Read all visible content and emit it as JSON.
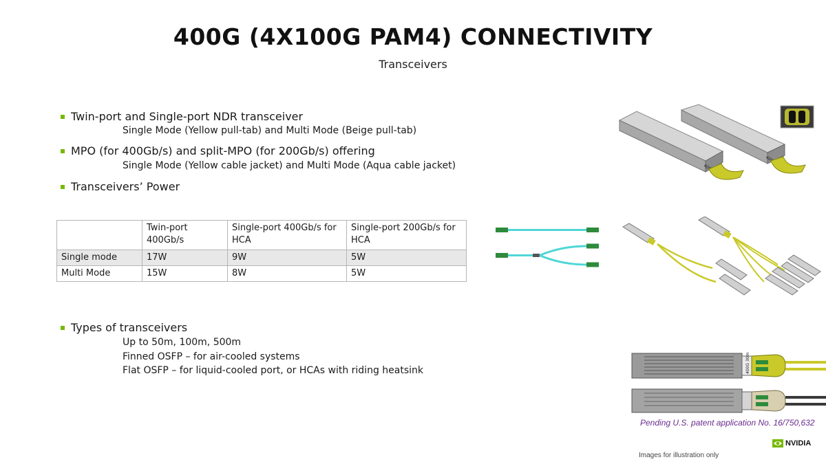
{
  "header": {
    "title": "400G (4X100G PAM4) CONNECTIVITY",
    "subtitle": "Transceivers"
  },
  "bullets": [
    {
      "text": "Twin-port and Single-port NDR transceiver",
      "subs": [
        "Single Mode (Yellow pull-tab) and Multi Mode (Beige pull-tab)"
      ]
    },
    {
      "text": "MPO (for 400Gb/s) and split-MPO (for 200Gb/s) offering",
      "subs": [
        "Single Mode (Yellow cable jacket) and Multi Mode (Aqua cable jacket)"
      ]
    },
    {
      "text": "Transceivers’ Power",
      "subs": []
    },
    {
      "text": "Types of transceivers",
      "subs": [
        "Up to 50m, 100m, 500m",
        "Finned OSFP – for air-cooled systems",
        "Flat OSFP – for liquid-cooled port, or HCAs with riding heatsink"
      ]
    }
  ],
  "power_table": {
    "headers": [
      "",
      "Twin-port 400Gb/s",
      "Single-port 400Gb/s for HCA",
      "Single-port 200Gb/s for HCA"
    ],
    "rows": [
      [
        "Single mode",
        "17W",
        "9W",
        "5W"
      ],
      [
        "Multi Mode",
        "15W",
        "8W",
        "5W"
      ]
    ]
  },
  "images": {
    "module_label_1": "400G 30m",
    "module_label_2": "400G 30m",
    "flat_label": "400G 30m"
  },
  "footer": {
    "patent": "Pending U.S. patent application No. 16/750,632",
    "illustration_note": "Images for illustration only",
    "brand": "NVIDIA"
  },
  "colors": {
    "accent": "#76b900",
    "yellow_tab": "#c9c92a",
    "aqua": "#4fd6d6",
    "patent_text": "#6a2b8e"
  }
}
